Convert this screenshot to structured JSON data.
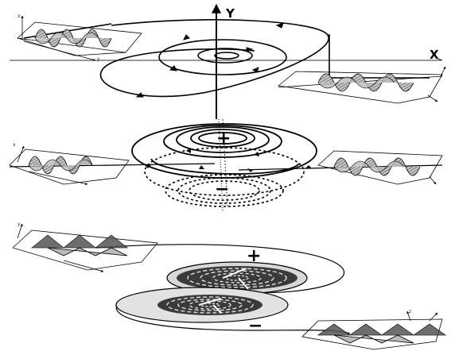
{
  "axes": {
    "x_label": "X",
    "y_label": "Y"
  },
  "signs": {
    "plus": "+",
    "minus": "−",
    "panel3_plus": "+",
    "panel3_minus": "−"
  },
  "wave_labels": {
    "x": "x",
    "y": "y",
    "z": "z"
  },
  "colors": {
    "ink": "#000000",
    "wave_dark": "#555555",
    "wave_light": "#bdbdbd",
    "disc_fill": "#4a4a4a",
    "disc_ring_light": "#dddddd"
  }
}
